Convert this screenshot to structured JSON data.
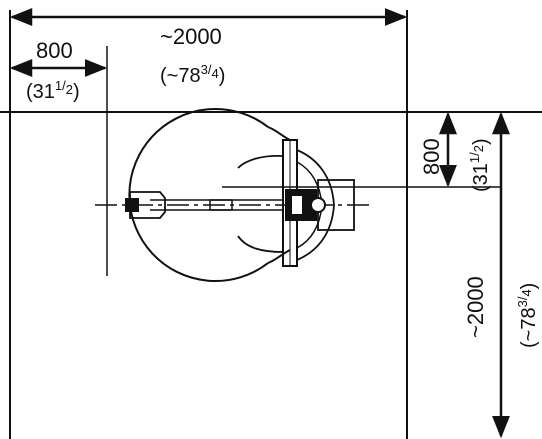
{
  "dimensions": {
    "top_width": {
      "value": "~2000",
      "inch_prefix": "(~78",
      "inch_num": "3",
      "inch_sep": "/",
      "inch_den": "4",
      "inch_suffix": ")"
    },
    "top_offset": {
      "value": "800",
      "inch_prefix": "(31",
      "inch_num": "1",
      "inch_sep": "/",
      "inch_den": "2",
      "inch_suffix": ")"
    },
    "right_offset": {
      "value": "800",
      "inch_prefix": "(31",
      "inch_num": "1",
      "inch_sep": "/",
      "inch_den": "2",
      "inch_suffix": ")"
    },
    "right_height": {
      "value": "~2000",
      "inch_prefix": "(~78",
      "inch_num": "3",
      "inch_sep": "/",
      "inch_den": "4",
      "inch_suffix": ")"
    }
  }
}
